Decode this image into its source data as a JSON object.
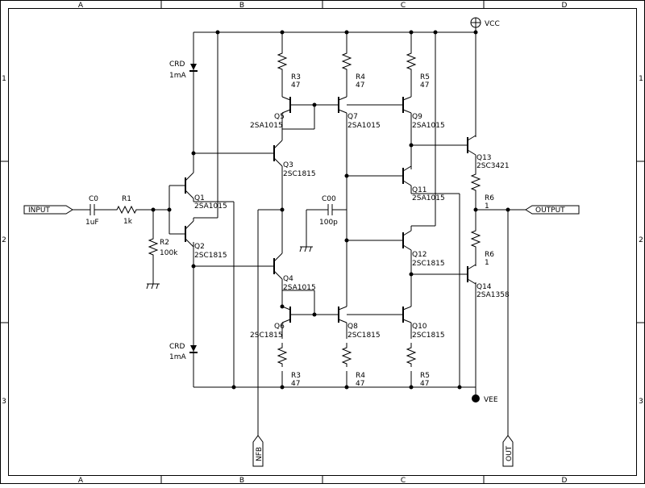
{
  "grid": {
    "columns": [
      "A",
      "B",
      "C",
      "D"
    ],
    "rows": [
      "1",
      "2",
      "3"
    ]
  },
  "ports": {
    "input": "INPUT",
    "output": "OUTPUT",
    "nfb": "NFB",
    "out": "OUT"
  },
  "rails": {
    "vcc": "VCC",
    "vee": "VEE"
  },
  "crd_top": {
    "name": "CRD",
    "value": "1mA"
  },
  "crd_bottom": {
    "name": "CRD",
    "value": "1mA"
  },
  "c0": {
    "name": "C0",
    "value": "1uF"
  },
  "r1": {
    "name": "R1",
    "value": "1k"
  },
  "r2": {
    "name": "R2",
    "value": "100k"
  },
  "c00": {
    "name": "C00",
    "value": "100p"
  },
  "r3_top": {
    "name": "R3",
    "value": "47"
  },
  "r4_top": {
    "name": "R4",
    "value": "47"
  },
  "r5_top": {
    "name": "R5",
    "value": "47"
  },
  "r3_bot": {
    "name": "R3",
    "value": "47"
  },
  "r4_bot": {
    "name": "R4",
    "value": "47"
  },
  "r5_bot": {
    "name": "R5",
    "value": "47"
  },
  "r6_top": {
    "name": "R6",
    "value": "1"
  },
  "r6_bot": {
    "name": "R6",
    "value": "1"
  },
  "q1": {
    "name": "Q1",
    "part": "2SA1015"
  },
  "q2": {
    "name": "Q2",
    "part": "2SC1815"
  },
  "q3": {
    "name": "Q3",
    "part": "2SC1815"
  },
  "q4": {
    "name": "Q4",
    "part": "2SA1015"
  },
  "q5": {
    "name": "Q5",
    "part": "2SA1015"
  },
  "q6": {
    "name": "Q6",
    "part": "2SC1815"
  },
  "q7": {
    "name": "Q7",
    "part": "2SA1015"
  },
  "q8": {
    "name": "Q8",
    "part": "2SC1815"
  },
  "q9": {
    "name": "Q9",
    "part": "2SA1015"
  },
  "q10": {
    "name": "Q10",
    "part": "2SC1815"
  },
  "q11": {
    "name": "Q11",
    "part": "2SA1015"
  },
  "q12": {
    "name": "Q12",
    "part": "2SC1815"
  },
  "q13": {
    "name": "Q13",
    "part": "2SC3421"
  },
  "q14": {
    "name": "Q14",
    "part": "2SA1358"
  }
}
